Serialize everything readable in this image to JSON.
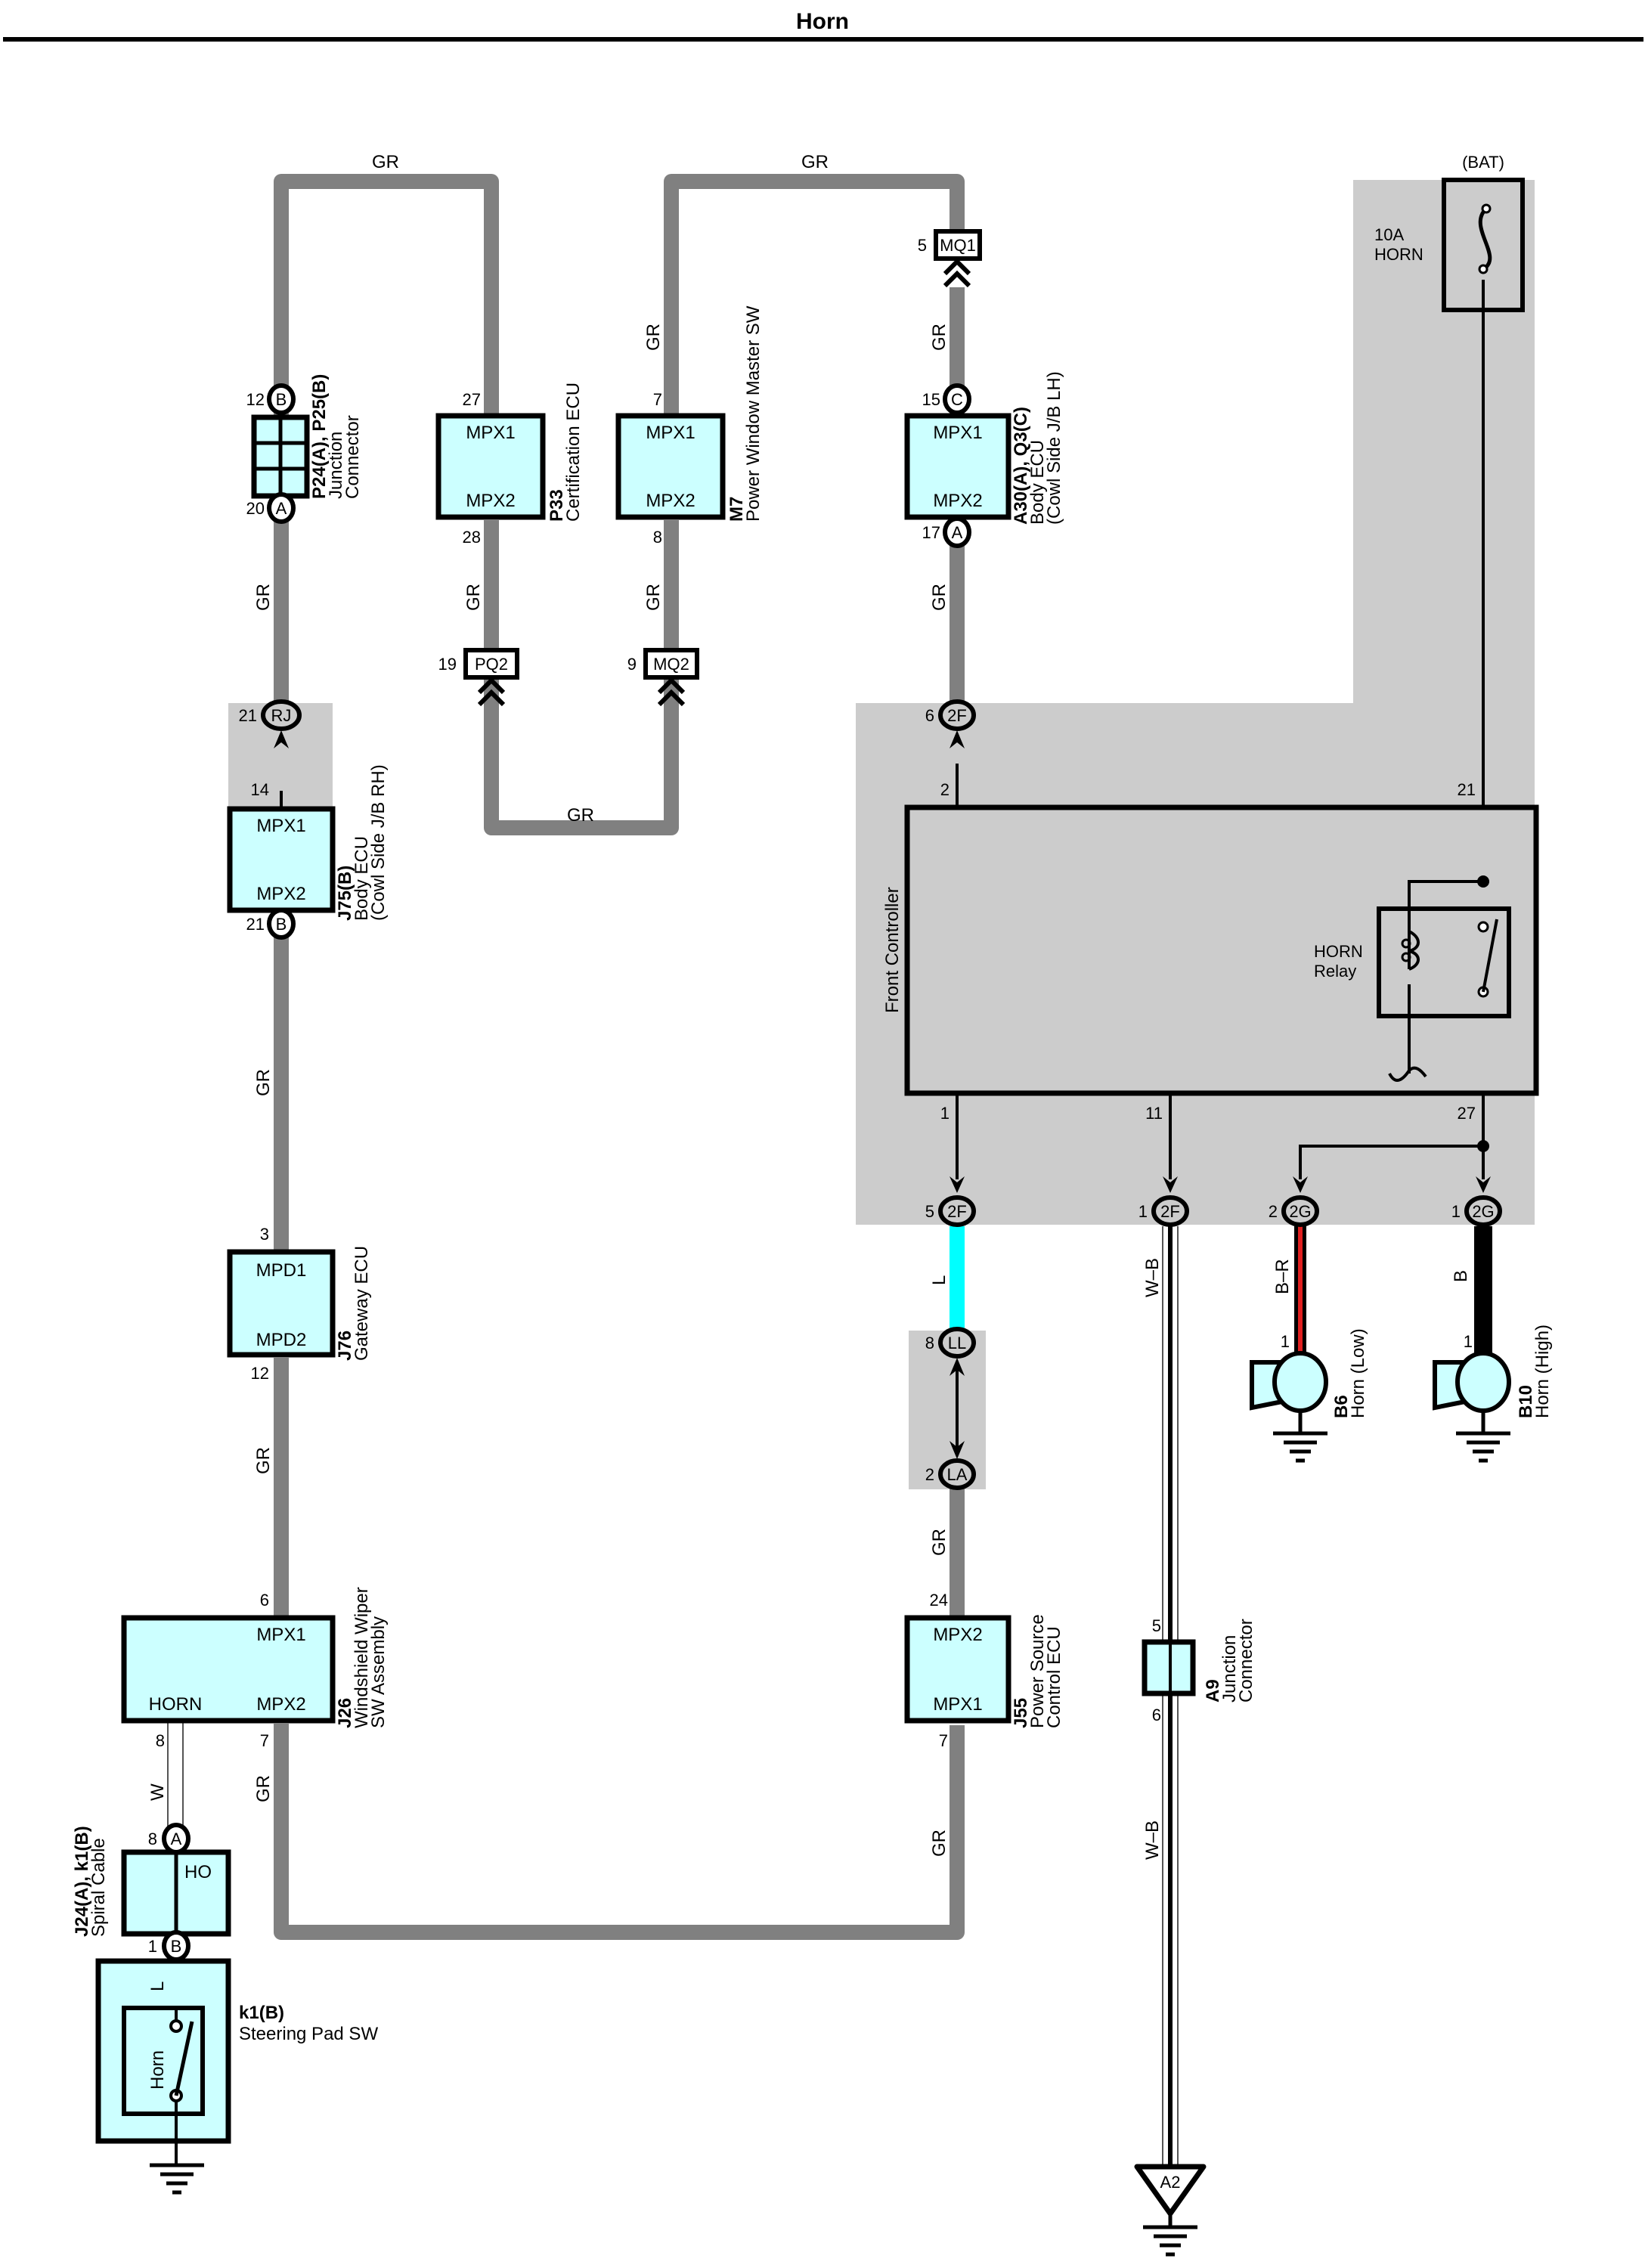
{
  "page": {
    "title": "Horn"
  },
  "wire_colors": {
    "GR": "#808080",
    "L": "#00ffff",
    "W": "#ffffff",
    "W-B": "#ffffff",
    "B-R": "#ff0000",
    "B": "#000000"
  },
  "colors": {
    "component_fill": "#ccffff",
    "shade_fill": "#cccccc",
    "wire_gray": "#808080",
    "wire_cyan": "#00ffff",
    "wire_red": "#e02020"
  },
  "power": {
    "source": "(BAT)",
    "fuse_rating": "10A",
    "fuse_name": "HORN"
  },
  "components": {
    "p24": {
      "code": "P24(A), P25(B)",
      "name1": "Junction",
      "name2": "Connector",
      "pin_top": "12",
      "conn_top": "B",
      "pin_bot": "20",
      "conn_bot": "A"
    },
    "p33": {
      "code": "P33",
      "name1": "Certification ECU",
      "t1": "MPX1",
      "t2": "MPX2",
      "pin_top": "27",
      "pin_bot": "28"
    },
    "m7": {
      "code": "M7",
      "name1": "Power Window Master SW",
      "t1": "MPX1",
      "t2": "MPX2",
      "pin_top": "7",
      "pin_bot": "8"
    },
    "a30": {
      "code": "A30(A), Q3(C)",
      "name1": "Body ECU",
      "name2": "(Cowl Side J/B LH)",
      "t1": "MPX1",
      "t2": "MPX2",
      "pin_top": "15",
      "conn_top": "C",
      "pin_bot": "17",
      "conn_bot": "A"
    },
    "j75": {
      "code": "J75(B)",
      "name1": "Body ECU",
      "name2": "(Cowl Side J/B RH)",
      "t1": "MPX1",
      "t2": "MPX2",
      "pin_top": "14",
      "pin_bot": "21",
      "conn_bot": "B"
    },
    "j76": {
      "code": "J76",
      "name1": "Gateway ECU",
      "t1": "MPD1",
      "t2": "MPD2",
      "pin_top": "3",
      "pin_bot": "12"
    },
    "j26": {
      "code": "J26",
      "name1": "Windshield Wiper",
      "name2": "SW Assembly",
      "t1": "MPX1",
      "t2": "MPX2",
      "t3": "HORN",
      "pin_top": "6",
      "pin_mpx2": "7",
      "pin_horn": "8"
    },
    "j24": {
      "code": "J24(A), k1(B)",
      "name1": "Spiral Cable",
      "t1": "HO",
      "pin_top": "8",
      "conn_top": "A",
      "pin_bot": "1",
      "conn_bot": "B"
    },
    "k1": {
      "code": "k1(B)",
      "name1": "Steering Pad SW",
      "t1": "Horn"
    },
    "j55": {
      "code": "J55",
      "name1": "Power Source",
      "name2": "Control ECU",
      "t1": "MPX2",
      "t2": "MPX1",
      "pin_top": "24",
      "pin_bot": "7"
    },
    "a9": {
      "code": "A9",
      "name1": "Junction",
      "name2": "Connector",
      "pin_top": "5",
      "pin_bot": "6"
    },
    "front": {
      "name": "Front Controller",
      "pin_2": "2",
      "pin_21": "21",
      "pin_1": "1",
      "pin_11": "11",
      "pin_27": "27",
      "relay1": "HORN",
      "relay2": "Relay"
    },
    "b6": {
      "code": "B6",
      "name1": "Horn (Low)",
      "pin": "1"
    },
    "b10": {
      "code": "B10",
      "name1": "Horn (High)",
      "pin": "1"
    },
    "ground_a2": {
      "label": "A2"
    }
  },
  "connectors": {
    "mq1": {
      "label": "MQ1",
      "pin": "5"
    },
    "pq2": {
      "label": "PQ2",
      "pin": "19"
    },
    "mq2": {
      "label": "MQ2",
      "pin": "9"
    },
    "rj": {
      "label": "RJ",
      "pin": "21"
    },
    "2f_top": {
      "label": "2F",
      "pin": "6"
    },
    "2f_1": {
      "label": "2F",
      "pin": "5"
    },
    "2f_2": {
      "label": "2F",
      "pin": "1"
    },
    "2g_1": {
      "label": "2G",
      "pin": "2"
    },
    "2g_2": {
      "label": "2G",
      "pin": "1"
    },
    "ll": {
      "label": "LL",
      "pin": "8"
    },
    "la": {
      "label": "LA",
      "pin": "2"
    }
  },
  "wire_labels": {
    "gr": "GR",
    "l": "L",
    "w": "W",
    "wb": "W–B",
    "br": "B–R",
    "b": "B"
  }
}
